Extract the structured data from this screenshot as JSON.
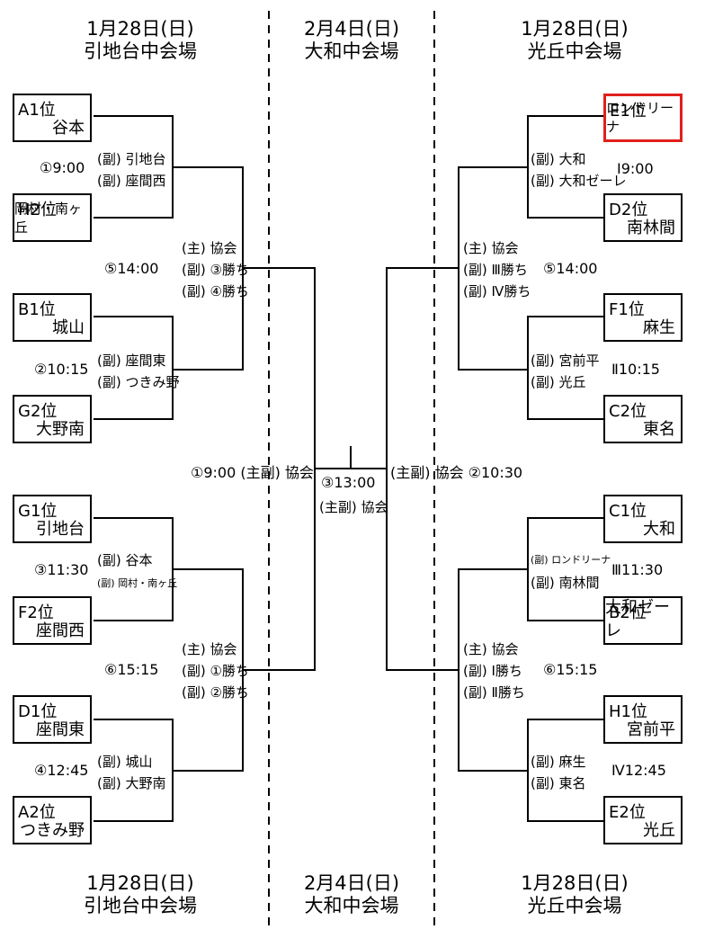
{
  "venues": {
    "left_date": "1月28日(日)",
    "left_name": "引地台中会場",
    "center_date": "2月4日(日)",
    "center_name": "大和中会場",
    "right_date": "1月28日(日)",
    "right_name": "光丘中会場"
  },
  "teams": {
    "a1_rank": "A1位",
    "a1_team": "谷本",
    "h2_rank": "H2位",
    "h2_team": "岡村・南ヶ丘",
    "b1_rank": "B1位",
    "b1_team": "城山",
    "g2_rank": "G2位",
    "g2_team": "大野南",
    "g1_rank": "G1位",
    "g1_team": "引地台",
    "f2_rank": "F2位",
    "f2_team": "座間西",
    "d1_rank": "D1位",
    "d1_team": "座間東",
    "a2_rank": "A2位",
    "a2_team": "つきみ野",
    "e1_rank": "E1位",
    "e1_team": "ロンドリーナ",
    "d2_rank": "D2位",
    "d2_team": "南林間",
    "f1_rank": "F1位",
    "f1_team": "麻生",
    "c2_rank": "C2位",
    "c2_team": "東名",
    "c1_rank": "C1位",
    "c1_team": "大和",
    "b2_rank": "B2位",
    "b2_team": "大和ゼーレ",
    "h1_rank": "H1位",
    "h1_team": "宮前平",
    "e2_rank": "E2位",
    "e2_team": "光丘"
  },
  "matches": {
    "m1_time": "①9:00",
    "m1_ref1": "(副) 引地台",
    "m1_ref2": "(副) 座間西",
    "m2_time": "②10:15",
    "m2_ref1": "(副) 座間東",
    "m2_ref2": "(副) つきみ野",
    "m3_time": "③11:30",
    "m3_ref1": "(副) 谷本",
    "m3_ref2": "(副) 岡村・南ヶ丘",
    "m4_time": "④12:45",
    "m4_ref1": "(副) 城山",
    "m4_ref2": "(副) 大野南",
    "m5_time": "⑤14:00",
    "m5_ref1": "(主) 協会",
    "m5_ref2": "(副) ③勝ち",
    "m5_ref3": "(副) ④勝ち",
    "m6_time": "⑥15:15",
    "m6_ref1": "(主) 協会",
    "m6_ref2": "(副) ①勝ち",
    "m6_ref3": "(副) ②勝ち",
    "r1_time": "Ⅰ9:00",
    "r1_ref1": "(副) 大和",
    "r1_ref2": "(副) 大和ゼーレ",
    "r2_time": "Ⅱ10:15",
    "r2_ref1": "(副) 宮前平",
    "r2_ref2": "(副) 光丘",
    "r3_time": "Ⅲ11:30",
    "r3_ref1": "(副) ロンドリーナ",
    "r3_ref2": "(副) 南林間",
    "r4_time": "Ⅳ12:45",
    "r4_ref1": "(副) 麻生",
    "r4_ref2": "(副) 東名",
    "r5_time": "⑤14:00",
    "r5_ref1": "(主) 協会",
    "r5_ref2": "(副) Ⅲ勝ち",
    "r5_ref3": "(副) Ⅳ勝ち",
    "r6_time": "⑥15:15",
    "r6_ref1": "(主) 協会",
    "r6_ref2": "(副) Ⅰ勝ち",
    "r6_ref3": "(副) Ⅱ勝ち",
    "semi_left": "①9:00 (主副) 協会",
    "semi_right": "(主副) 協会  ②10:30",
    "final_time": "③13:00",
    "final_ref": "(主副) 協会"
  }
}
